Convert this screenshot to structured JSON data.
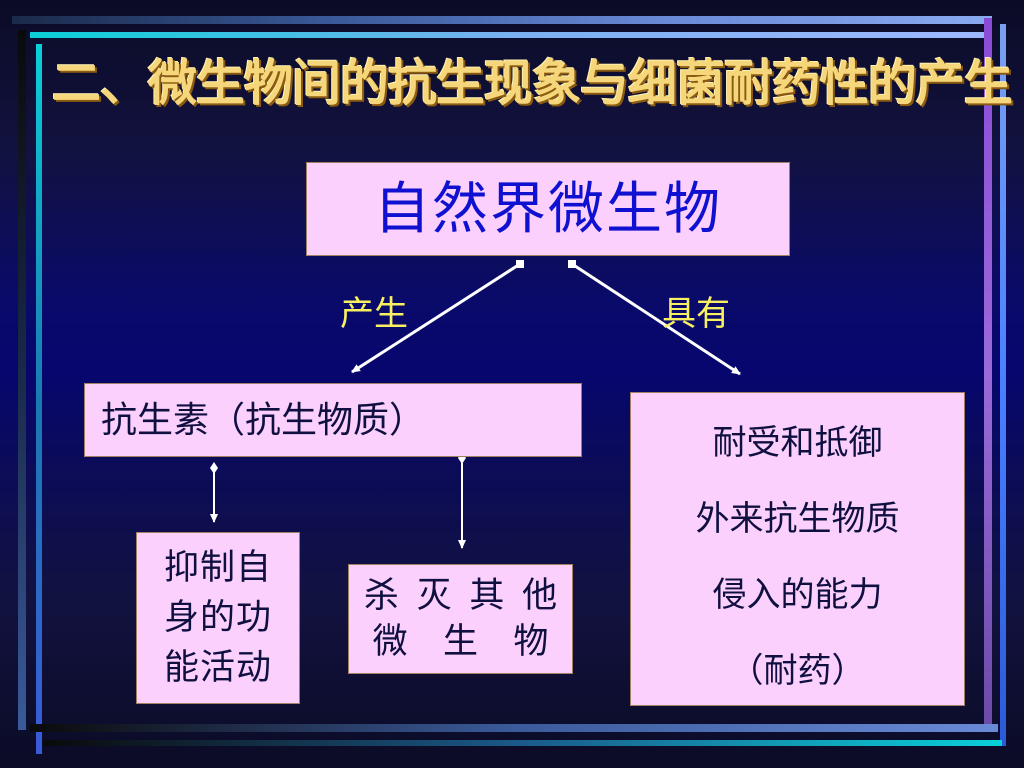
{
  "title": "二、微生物间的抗生现象与细菌耐药性的产生",
  "nodes": {
    "root": "自然界微生物",
    "antibiotic": "抗生素（抗生物质）",
    "resistance_lines": [
      "耐受和抵御",
      "外来抗生物质",
      "侵入的能力",
      "（耐药）"
    ],
    "inhibit_lines": [
      "抑制自",
      "身的功",
      "能活动"
    ],
    "kill_line1": [
      "杀",
      "灭",
      "其",
      "他"
    ],
    "kill_line2": [
      "微",
      "生",
      "物"
    ]
  },
  "edges": {
    "produce": "产生",
    "have": "具有"
  },
  "colors": {
    "title": "#f6d67a",
    "box_fill": "#fcd0fc",
    "root_text": "#1010d0",
    "edge_label": "#f8f060",
    "arrow": "#ffffff"
  }
}
